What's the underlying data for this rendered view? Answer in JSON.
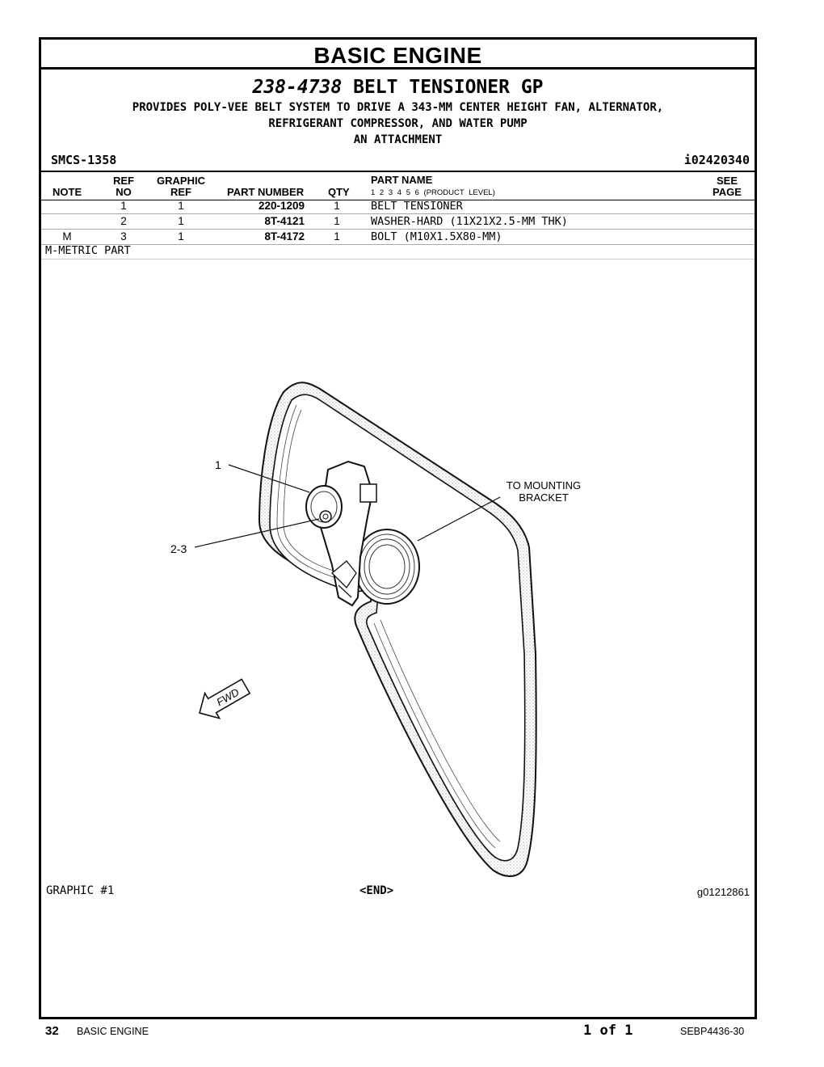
{
  "header": {
    "title": "BASIC ENGINE"
  },
  "group": {
    "part_number": "238-4738",
    "name": "BELT TENSIONER GP",
    "desc1": "PROVIDES POLY-VEE BELT SYSTEM TO DRIVE A 343-MM CENTER HEIGHT FAN, ALTERNATOR,",
    "desc2": "REFRIGERANT COMPRESSOR, AND WATER PUMP",
    "desc3": "AN ATTACHMENT",
    "smcs": "SMCS-1358",
    "ino": "i02420340"
  },
  "table": {
    "headers": {
      "note": "NOTE",
      "ref1": "REF",
      "ref2": "NO",
      "graphic1": "GRAPHIC",
      "graphic2": "REF",
      "part_number": "PART NUMBER",
      "qty": "QTY",
      "part_name": "PART NAME",
      "levels": "1   2   3   4   5   6   (PRODUCT LEVEL)",
      "see1": "SEE",
      "see2": "PAGE"
    },
    "rows": [
      {
        "note": "",
        "ref": "1",
        "graphic": "1",
        "part_number": "220-1209",
        "qty": "1",
        "name": "BELT TENSIONER"
      },
      {
        "note": "",
        "ref": "2",
        "graphic": "1",
        "part_number": "8T-4121",
        "qty": "1",
        "name": "WASHER-HARD (11X21X2.5-MM THK)"
      },
      {
        "note": "M",
        "ref": "3",
        "graphic": "1",
        "part_number": "8T-4172",
        "qty": "1",
        "name": "BOLT (M10X1.5X80-MM)"
      }
    ],
    "note_text": "M-METRIC PART"
  },
  "graphic": {
    "callout1": "1",
    "callout2": "2-3",
    "mount1": "TO MOUNTING",
    "mount2": "BRACKET",
    "fwd": "FWD"
  },
  "footer": {
    "graphic_label": "GRAPHIC #1",
    "end": "<END>",
    "graphic_id": "g01212861"
  },
  "page": {
    "number": "32",
    "section": "BASIC ENGINE",
    "of": "1 of 1",
    "doc": "SEBP4436-30"
  }
}
